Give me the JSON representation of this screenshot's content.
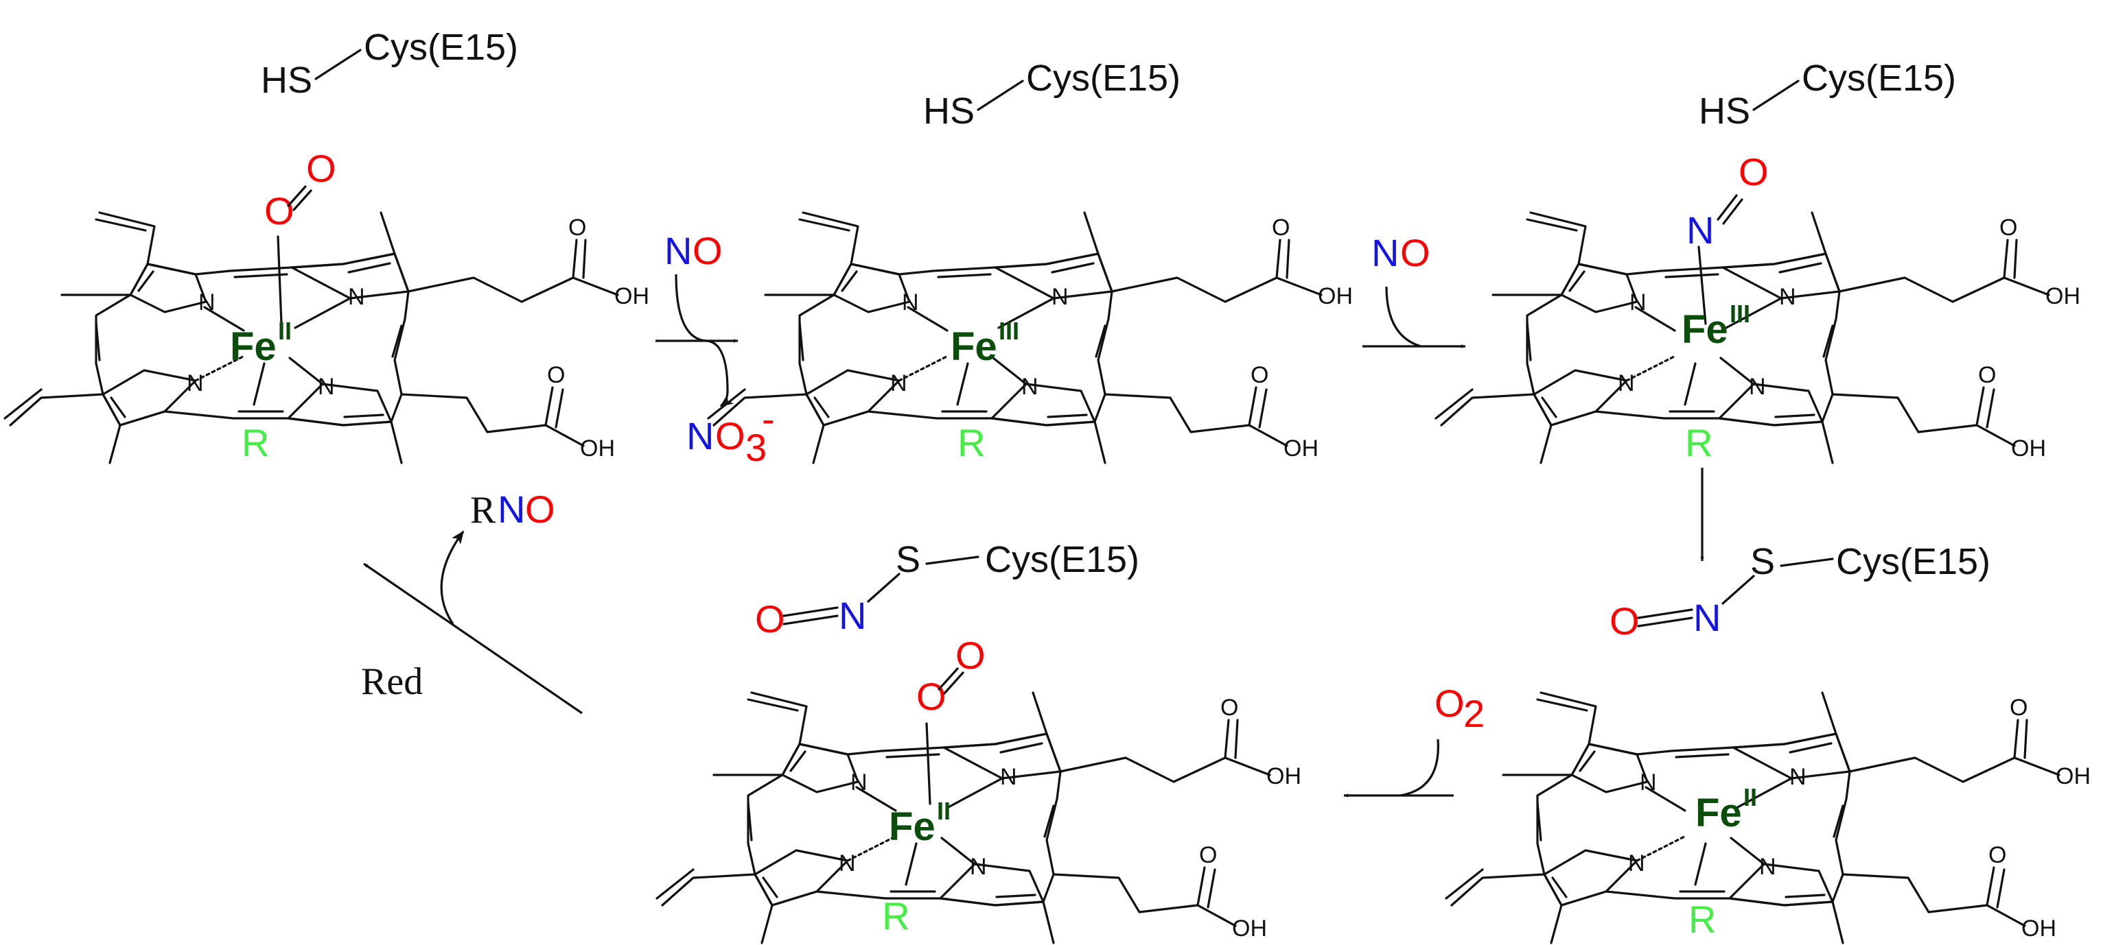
{
  "colors": {
    "oxygen": "#ff0000",
    "nitrogen": "#1414e6",
    "r_group": "#44ee44",
    "iron": "#0b4d0b",
    "bonds": "#111111"
  },
  "atoms": {
    "n": "N",
    "oh": "OH",
    "o": "O"
  },
  "thiol": {
    "hs": "HS",
    "cys": "Cys(E15)"
  },
  "nitrosothiol": {
    "o": "O",
    "n": "N",
    "s": "S",
    "cys": "Cys(E15)"
  },
  "iron": {
    "symbol": "Fe",
    "ox_ii": "II",
    "ox_iii": "III"
  },
  "axial": {
    "r": "R",
    "o": "O",
    "n": "N"
  },
  "reagents": {
    "no_1_n": "N",
    "no_1_o": "O",
    "nitrate_n": "N",
    "nitrate_o": "O",
    "nitrate_sub": "3",
    "nitrate_sup": "-",
    "no_2_n": "N",
    "no_2_o": "O",
    "o2_o": "O",
    "o2_sub": "2",
    "rno_r": "R",
    "rno_n": "N",
    "rno_o": "O",
    "red": "Red"
  }
}
